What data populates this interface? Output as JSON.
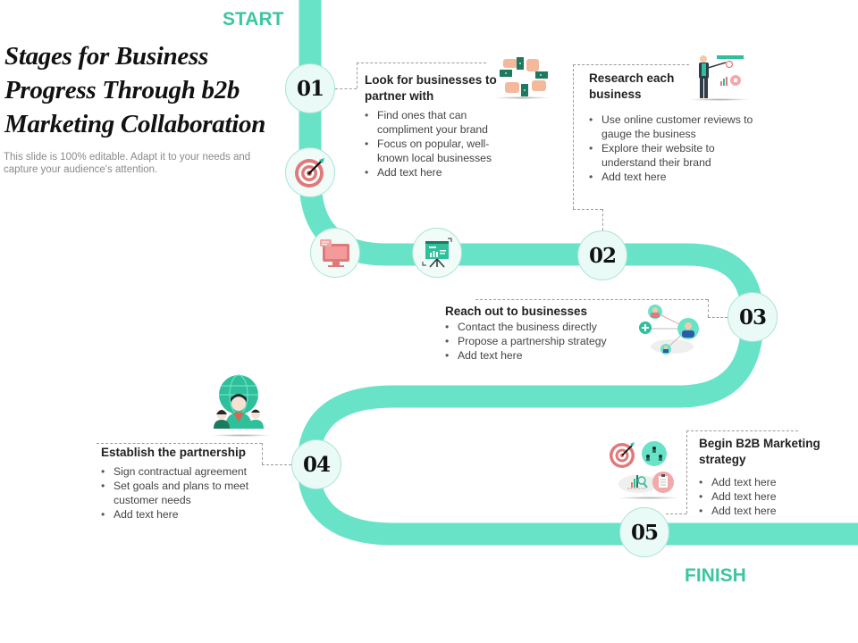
{
  "slide": {
    "title": "Stages for Business Progress Through b2b Marketing Collaboration",
    "subtitle": "This slide is 100% editable. Adapt it to your needs and capture your audience's attention.",
    "start_label": "START",
    "finish_label": "FINISH"
  },
  "colors": {
    "road": "#69e3c8",
    "accent_text": "#3cc6a2",
    "node_fill": "#eafaf6",
    "node_border": "#a9e3d4",
    "icon_red": "#e07a7a",
    "icon_teal": "#2fbf9b",
    "icon_dark_green": "#1d7a5f"
  },
  "stages": [
    {
      "number": "01",
      "title": "Look for businesses to partner with",
      "bullets": [
        "Find ones that can compliment your brand",
        "Focus on popular, well-known local businesses",
        "Add text here"
      ],
      "icon": "handshake-circle-icon"
    },
    {
      "number": "02",
      "title": "Research each business",
      "bullets": [
        "Use online customer reviews to gauge the business",
        "Explore their website to understand their brand",
        "Add text here"
      ],
      "icon": "presenter-chart-icon"
    },
    {
      "number": "03",
      "title": "Reach out to businesses",
      "bullets": [
        "Contact the business directly",
        "Propose a partnership strategy",
        "Add text here"
      ],
      "icon": "network-people-icon"
    },
    {
      "number": "04",
      "title": "Establish the partnership",
      "bullets": [
        "Sign contractual agreement",
        "Set goals and plans to meet customer needs",
        "Add text here"
      ],
      "icon": "global-team-icon"
    },
    {
      "number": "05",
      "title": "Begin B2B Marketing strategy",
      "bullets": [
        "Add text here",
        "Add text here",
        "Add text here"
      ],
      "icon": "strategy-cluster-icon"
    }
  ],
  "road_icons": [
    "target-icon",
    "monitor-icon",
    "presentation-board-icon"
  ]
}
